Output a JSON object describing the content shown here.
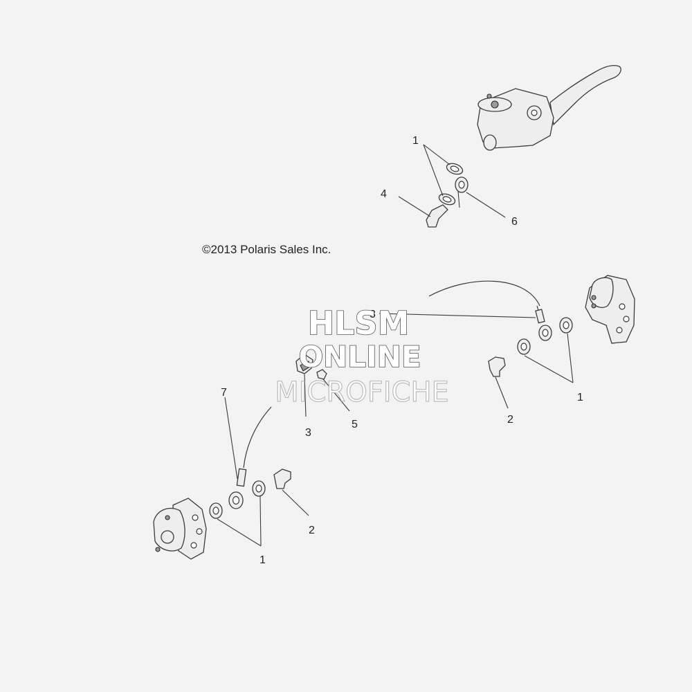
{
  "copyright": "©2013 Polaris Sales Inc.",
  "watermark": {
    "line1": "HLSM",
    "line2": "ONLINE",
    "line3": "MICROFICHE"
  },
  "callouts": {
    "master_cylinder_washer": "1",
    "master_cylinder_bolt": "4",
    "master_cylinder_fitting": "6",
    "right_caliper_washers": "1",
    "right_caliper_bolt": "2",
    "right_hose": "8",
    "clip": "3",
    "clip_screw": "5",
    "left_hose": "7",
    "left_caliper_bolt": "2",
    "left_caliper_washers": "1"
  }
}
